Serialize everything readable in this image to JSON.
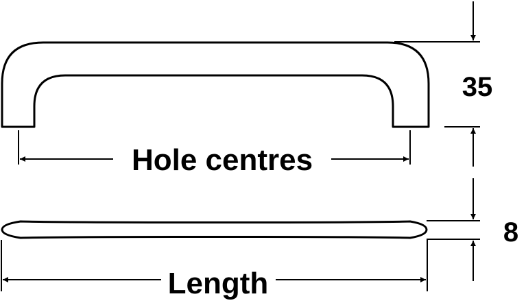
{
  "labels": {
    "hole_centres": "Hole centres",
    "length": "Length",
    "height": "35",
    "thickness": "8"
  },
  "colors": {
    "line": "#000000",
    "background": "#ffffff"
  }
}
